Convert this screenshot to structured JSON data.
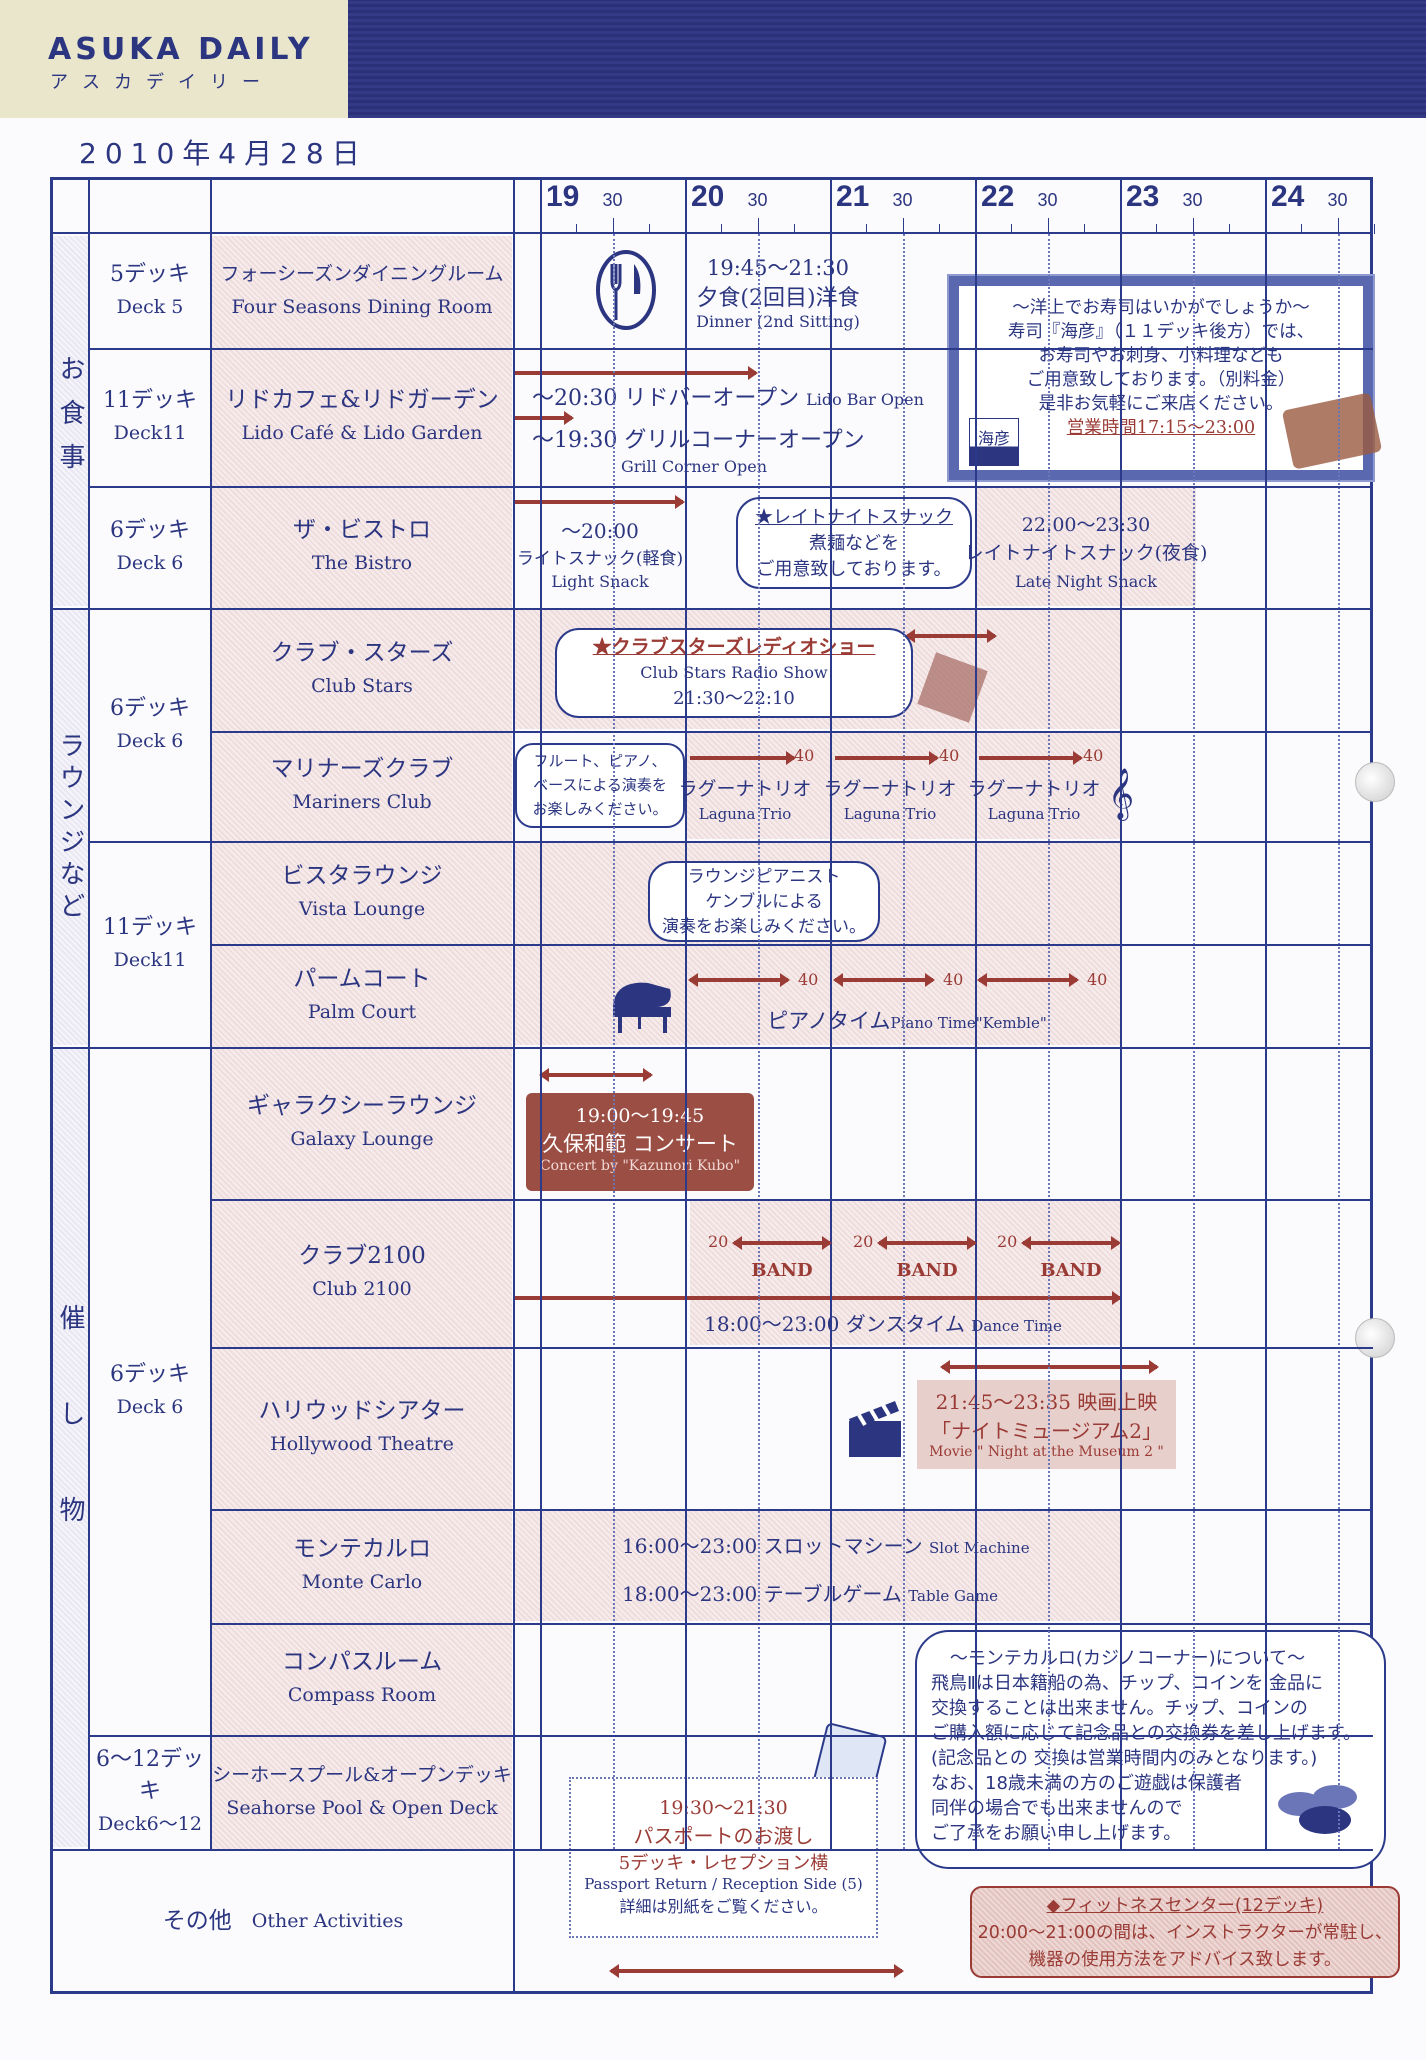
{
  "header": {
    "title": "ASUKA DAILY",
    "subtitle": "アスカデイリー",
    "date": "2010年4月28日"
  },
  "time_labels": [
    "19",
    "30",
    "20",
    "30",
    "21",
    "30",
    "22",
    "30",
    "23",
    "30",
    "24",
    "30"
  ],
  "categories": {
    "dining": "お食事",
    "lounge": "ラウンジなど",
    "events": "催し物"
  },
  "decks": [
    {
      "jp": "5デッキ",
      "en": "Deck 5"
    },
    {
      "jp": "11デッキ",
      "en": "Deck11"
    },
    {
      "jp": "6デッキ",
      "en": "Deck 6"
    },
    {
      "jp": "6デッキ",
      "en": "Deck 6"
    },
    {
      "jp": "11デッキ",
      "en": "Deck11"
    },
    {
      "jp": "6デッキ",
      "en": "Deck 6"
    },
    {
      "jp": "6〜12デッキ",
      "en": "Deck6〜12"
    }
  ],
  "venues": [
    {
      "jp": "フォーシーズンダイニングルーム",
      "en": "Four Seasons Dining Room"
    },
    {
      "jp": "リドカフェ&リドガーデン",
      "en": "Lido Café & Lido Garden"
    },
    {
      "jp": "ザ・ビストロ",
      "en": "The Bistro"
    },
    {
      "jp": "クラブ・スターズ",
      "en": "Club Stars"
    },
    {
      "jp": "マリナーズクラブ",
      "en": "Mariners Club"
    },
    {
      "jp": "ビスタラウンジ",
      "en": "Vista Lounge"
    },
    {
      "jp": "パームコート",
      "en": "Palm Court"
    },
    {
      "jp": "ギャラクシーラウンジ",
      "en": "Galaxy Lounge"
    },
    {
      "jp": "クラブ2100",
      "en": "Club 2100"
    },
    {
      "jp": "ハリウッドシアター",
      "en": "Hollywood Theatre"
    },
    {
      "jp": "モンテカルロ",
      "en": "Monte Carlo"
    },
    {
      "jp": "コンパスルーム",
      "en": "Compass Room"
    },
    {
      "jp": "シーホースプール&オープンデッキ",
      "en": "Seahorse Pool & Open Deck"
    }
  ],
  "other": {
    "jp": "その他",
    "en": "Other Activities"
  },
  "dinner": {
    "time": "19:45〜21:30",
    "jp": "夕食(2回目)洋食",
    "en": "Dinner (2nd Sitting)"
  },
  "sushi": {
    "lines": [
      "〜洋上でお寿司はいかがでしょうか〜",
      "寿司『海彦』（１１デッキ後方）では、",
      "お寿司やお刺身、小料理なども",
      "ご用意致しております。（別料金）",
      "是非お気軽にご来店ください。"
    ],
    "hours": "営業時間17:15〜23:00",
    "logo": "海彦"
  },
  "lido": {
    "bar": "〜20:30 リドバーオープン",
    "bar_en": "Lido Bar Open",
    "grill": "〜19:30 グリルコーナーオープン",
    "grill_en": "Grill Corner Open"
  },
  "bistro": {
    "light_time": "〜20:00",
    "light_jp": "ライトスナック(軽食)",
    "light_en": "Light Snack",
    "bubble": [
      "★レイトナイトスナック",
      "煮麺などを",
      "ご用意致しております。"
    ],
    "late_time": "22:00〜23:30",
    "late_jp": "レイトナイトスナック(夜食)",
    "late_en": "Late Night Snack"
  },
  "clubstars": {
    "title": "★クラブスターズレディオショー",
    "en": "Club Stars Radio Show",
    "time": "21:30〜22:10"
  },
  "mariners": {
    "bubble": [
      "フルート、ピアノ、",
      "ベースによる演奏を",
      "お楽しみください。"
    ],
    "sets": [
      {
        "min": "40",
        "jp": "ラグーナトリオ",
        "en": "Laguna Trio"
      },
      {
        "min": "40",
        "jp": "ラグーナトリオ",
        "en": "Laguna Trio"
      },
      {
        "min": "40",
        "jp": "ラグーナトリオ",
        "en": "Laguna Trio"
      }
    ]
  },
  "vista": {
    "bubble": [
      "ラウンジピアニスト",
      "ケンブルによる",
      "演奏をお楽しみください。"
    ]
  },
  "palm": {
    "mins": [
      "40",
      "40",
      "40"
    ],
    "label": "ピアノタイム",
    "label_en": "Piano Time\"Kemble\""
  },
  "galaxy": {
    "time": "19:00〜19:45",
    "jp": "久保和範 コンサート",
    "en": "Concert by \"Kazunori Kubo\""
  },
  "club2100": {
    "sets": [
      {
        "min": "20",
        "label": "BAND"
      },
      {
        "min": "20",
        "label": "BAND"
      },
      {
        "min": "20",
        "label": "BAND"
      }
    ],
    "dance": "18:00〜23:00 ダンスタイム",
    "dance_en": "Dance Time"
  },
  "hollywood": {
    "time": "21:45〜23:35 映画上映",
    "title": "「ナイトミュージアム2」",
    "en": "Movie \" Night at the Museum 2 \""
  },
  "montecarlo": {
    "slot": "16:00〜23:00 スロットマシーン",
    "slot_en": "Slot Machine",
    "table": "18:00〜23:00 テーブルゲーム",
    "table_en": "Table Game"
  },
  "casino_note": {
    "title": "〜モンテカルロ(カジノコーナー)について〜",
    "lines": [
      "飛鳥Ⅱは日本籍船の為、チップ、コインを 金品に",
      "交換することは出来ません。チップ、コインの",
      "ご購入額に応じて記念品との交換券を差し上げます。",
      "(記念品との 交換は営業時間内のみとなります。)",
      "なお、18歳未満の方のご遊戯は保護者",
      "同伴の場合でも出来ませんので",
      "ご了承をお願い申し上げます。"
    ]
  },
  "passport": {
    "time": "19:30〜21:30",
    "jp": "パスポートのお渡し",
    "place": "5デッキ・レセプション横",
    "en": "Passport Return / Reception Side (5)",
    "note": "詳細は別紙をご覧ください。"
  },
  "fitness": {
    "title": "◆フィットネスセンター(12デッキ)",
    "lines": [
      "20:00〜21:00の間は、インストラクターが常駐し、",
      "機器の使用方法をアドバイス致します。"
    ]
  }
}
